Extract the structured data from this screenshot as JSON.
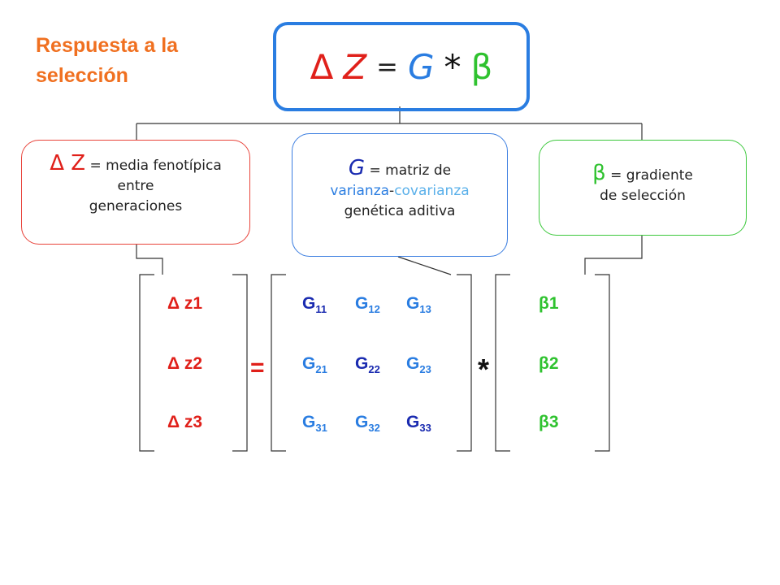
{
  "title": "Respuesta a la selección",
  "equation": {
    "delta": "Δ",
    "z": "Z",
    "eq": "=",
    "g": "G",
    "star": "*",
    "beta": "β"
  },
  "boxes": {
    "dz": {
      "sym": "Δ Z",
      "line1": " = media fenotípica",
      "line2": "entre",
      "line3": "generaciones"
    },
    "g": {
      "sym": "G",
      "line1": " = matriz de",
      "line2a": "varianza",
      "dash": "-",
      "line2b": "covarianza",
      "line3": "genética aditiva"
    },
    "beta": {
      "sym": "β",
      "line1": " = gradiente",
      "line2": "de selección"
    }
  },
  "matrix": {
    "dz": [
      "Δ z1",
      "Δ z2",
      "Δ z3"
    ],
    "g_base": "G",
    "g_subs": [
      [
        "11",
        "12",
        "13"
      ],
      [
        "21",
        "22",
        "23"
      ],
      [
        "31",
        "32",
        "33"
      ]
    ],
    "beta": [
      "β1",
      "β2",
      "β3"
    ],
    "equals": "=",
    "times": "*"
  },
  "colors": {
    "orange": "#f07020",
    "red": "#e0201a",
    "blue": "#2a7de1",
    "darkblue": "#1a2bb0",
    "lightblue": "#5ab0ea",
    "green": "#2fc22f"
  }
}
